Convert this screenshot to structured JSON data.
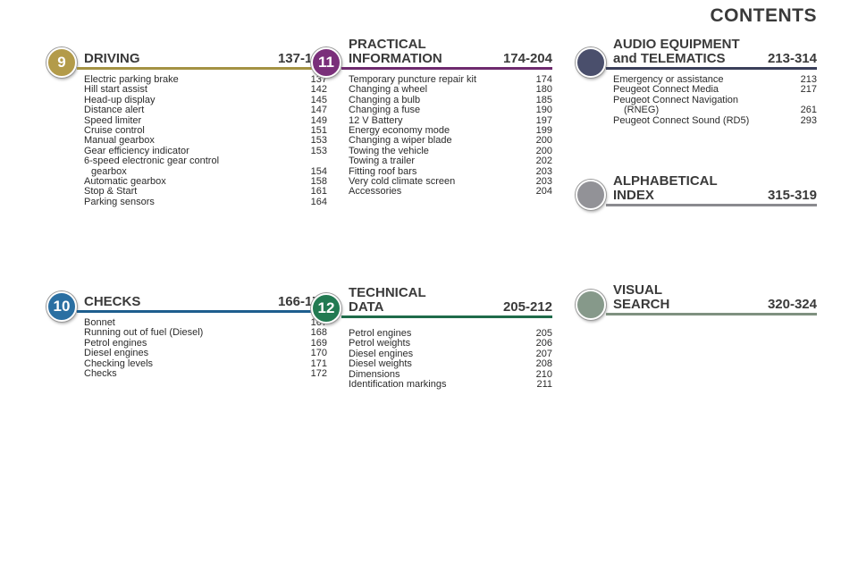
{
  "title": "CONTENTS",
  "sections": [
    {
      "badge": "9",
      "title": "DRIVING",
      "pages": "137-165",
      "accent": "#a49243",
      "items": [
        {
          "label": "Electric parking brake",
          "page": "137"
        },
        {
          "label": "Hill start assist",
          "page": "142"
        },
        {
          "label": "Head-up display",
          "page": "145"
        },
        {
          "label": "Distance alert",
          "page": "147"
        },
        {
          "label": "Speed limiter",
          "page": "149"
        },
        {
          "label": "Cruise control",
          "page": "151"
        },
        {
          "label": "Manual gearbox",
          "page": "153"
        },
        {
          "label": "Gear efficiency indicator",
          "page": "153"
        },
        {
          "label": "6-speed electronic gear control",
          "page": ""
        },
        {
          "label": "gearbox",
          "page": "154"
        },
        {
          "label": "Automatic gearbox",
          "page": "158"
        },
        {
          "label": "Stop & Start",
          "page": "161"
        },
        {
          "label": "Parking sensors",
          "page": "164"
        }
      ]
    },
    {
      "badge": "11",
      "title_line1": "PRACTICAL",
      "title_line2": "INFORMATION",
      "pages": "174-204",
      "accent": "#6e2a6e",
      "items": [
        {
          "label": "Temporary puncture repair kit",
          "page": "174"
        },
        {
          "label": "Changing a wheel",
          "page": "180"
        },
        {
          "label": "Changing a bulb",
          "page": "185"
        },
        {
          "label": "Changing a fuse",
          "page": "190"
        },
        {
          "label": "12 V Battery",
          "page": "197"
        },
        {
          "label": "Energy economy mode",
          "page": "199"
        },
        {
          "label": "Changing a wiper blade",
          "page": "200"
        },
        {
          "label": "Towing the vehicle",
          "page": "200"
        },
        {
          "label": "Towing a trailer",
          "page": "202"
        },
        {
          "label": "Fitting roof bars",
          "page": "203"
        },
        {
          "label": "Very cold climate screen",
          "page": "203"
        },
        {
          "label": "Accessories",
          "page": "204"
        }
      ]
    },
    {
      "badge": "",
      "title_line1": "AUDIO EQUIPMENT",
      "title_line2": "and TELEMATICS",
      "pages": "213-314",
      "accent": "#3a3f5a",
      "items": [
        {
          "label": "Emergency or assistance",
          "page": "213"
        },
        {
          "label": "Peugeot Connect Media",
          "page": "217"
        },
        {
          "label": "Peugeot Connect Navigation",
          "page": ""
        },
        {
          "label": "(RNEG)",
          "page": "261"
        },
        {
          "label": "Peugeot Connect Sound (RD5)",
          "page": "293"
        }
      ]
    },
    {
      "badge": "",
      "title_line1": "ALPHABETICAL",
      "title_line2": "INDEX",
      "pages": "315-319",
      "accent": "#8a8a8f"
    },
    {
      "badge": "10",
      "title": "CHECKS",
      "pages": "166-173",
      "accent": "#1e5e8e",
      "items": [
        {
          "label": "Bonnet",
          "page": "167"
        },
        {
          "label": "Running out of fuel (Diesel)",
          "page": "168"
        },
        {
          "label": "Petrol engines",
          "page": "169"
        },
        {
          "label": "Diesel engines",
          "page": "170"
        },
        {
          "label": "Checking levels",
          "page": "171"
        },
        {
          "label": "Checks",
          "page": "172"
        }
      ]
    },
    {
      "badge": "12",
      "title_line1": "TECHNICAL",
      "title_line2": "DATA",
      "pages": "205-212",
      "accent": "#1f6b4a",
      "items": [
        {
          "label": "Petrol engines",
          "page": "205"
        },
        {
          "label": "Petrol weights",
          "page": "206"
        },
        {
          "label": "Diesel engines",
          "page": "207"
        },
        {
          "label": "Diesel weights",
          "page": "208"
        },
        {
          "label": "Dimensions",
          "page": "210"
        },
        {
          "label": "Identification markings",
          "page": "211"
        }
      ]
    },
    {
      "badge": "",
      "title_line1": "VISUAL",
      "title_line2": "SEARCH",
      "pages": "320-324",
      "accent": "#7f9180"
    }
  ]
}
